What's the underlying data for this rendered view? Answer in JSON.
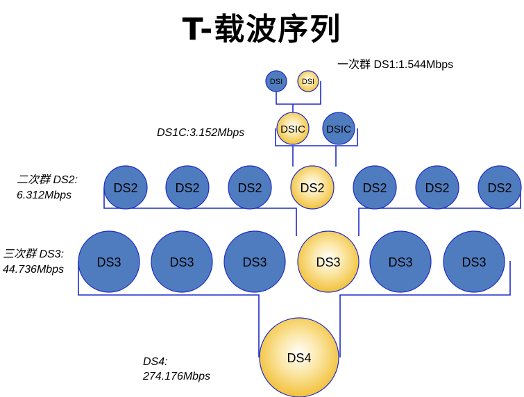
{
  "title": "T-载波序列",
  "labels": {
    "ds1": "一次群 DS1:1.544Mbps",
    "ds1c": "DS1C:3.152Mbps",
    "ds2_line1": "二次群 DS2:",
    "ds2_line2": "6.312Mbps",
    "ds3_line1": "三次群 DS3:",
    "ds3_line2": "44.736Mbps",
    "ds4_line1": "DS4:",
    "ds4_line2": "274.176Mbps"
  },
  "nodes": {
    "dsi_a": "DSI",
    "dsi_b": "DSI",
    "dsic_a": "DSIC",
    "dsic_b": "DSIC",
    "ds2": [
      "DS2",
      "DS2",
      "DS2",
      "DS2",
      "DS2",
      "DS2",
      "DS2"
    ],
    "ds3": [
      "DS3",
      "DS3",
      "DS3",
      "DS3",
      "DS3",
      "DS3"
    ],
    "ds4": "DS4"
  },
  "colors": {
    "blue_node": "#4F7CBF",
    "yellow_node": "#F2C13A",
    "connector": "#1F2BC8"
  }
}
